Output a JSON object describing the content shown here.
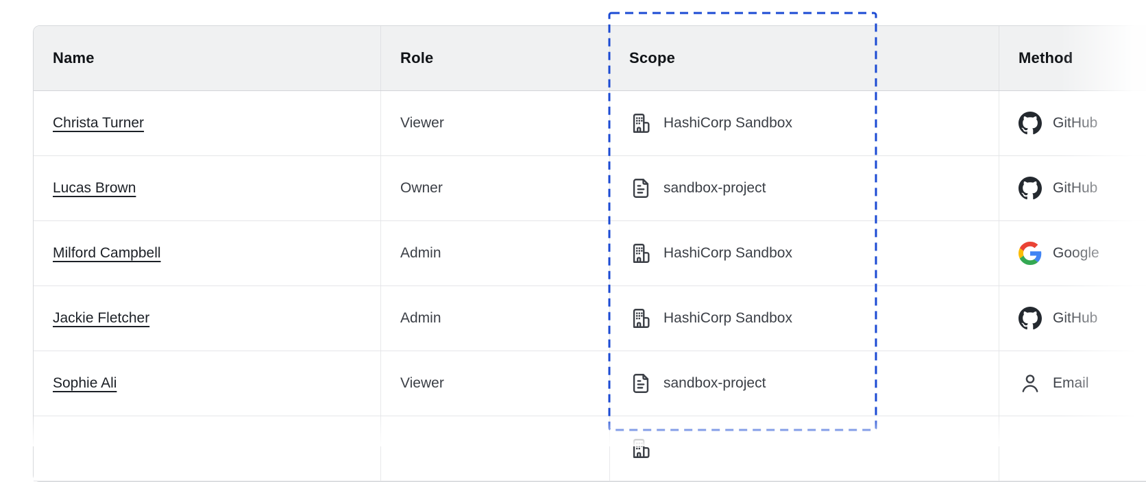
{
  "table": {
    "columns": [
      {
        "key": "name",
        "label": "Name"
      },
      {
        "key": "role",
        "label": "Role"
      },
      {
        "key": "scope",
        "label": "Scope"
      },
      {
        "key": "method",
        "label": "Method"
      }
    ],
    "rows": [
      {
        "name": "Christa Turner",
        "role": "Viewer",
        "scope": "HashiCorp Sandbox",
        "scope_icon": "org-building-icon",
        "method": "GitHub",
        "method_icon": "github-icon"
      },
      {
        "name": "Lucas Brown",
        "role": "Owner",
        "scope": "sandbox-project",
        "scope_icon": "project-file-icon",
        "method": "GitHub",
        "method_icon": "github-icon"
      },
      {
        "name": "Milford Campbell",
        "role": "Admin",
        "scope": "HashiCorp Sandbox",
        "scope_icon": "org-building-icon",
        "method": "Google",
        "method_icon": "google-icon"
      },
      {
        "name": "Jackie Fletcher",
        "role": "Admin",
        "scope": "HashiCorp Sandbox",
        "scope_icon": "org-building-icon",
        "method": "GitHub",
        "method_icon": "github-icon"
      },
      {
        "name": "Sophie Ali",
        "role": "Viewer",
        "scope": "sandbox-project",
        "scope_icon": "project-file-icon",
        "method": "Email",
        "method_icon": "email-user-icon"
      },
      {
        "name": "",
        "role": "",
        "scope": "",
        "scope_icon": "org-building-icon",
        "method": "",
        "method_icon": "",
        "partial": true
      }
    ]
  },
  "annotation": {
    "highlighted_column": "Scope",
    "highlight_style": "dashed-rectangle",
    "highlight_color": "#1b4ad3"
  },
  "colors": {
    "header_background": "#f0f1f2",
    "table_border": "#d6d8db",
    "row_border": "#e4e5e8",
    "header_text": "#101317",
    "cell_text": "#3b3f46",
    "name_link_text": "#1c2026",
    "github_icon": "#24292f",
    "google_brand": [
      "#4285F4",
      "#34A853",
      "#FBBC05",
      "#EA4335"
    ]
  }
}
